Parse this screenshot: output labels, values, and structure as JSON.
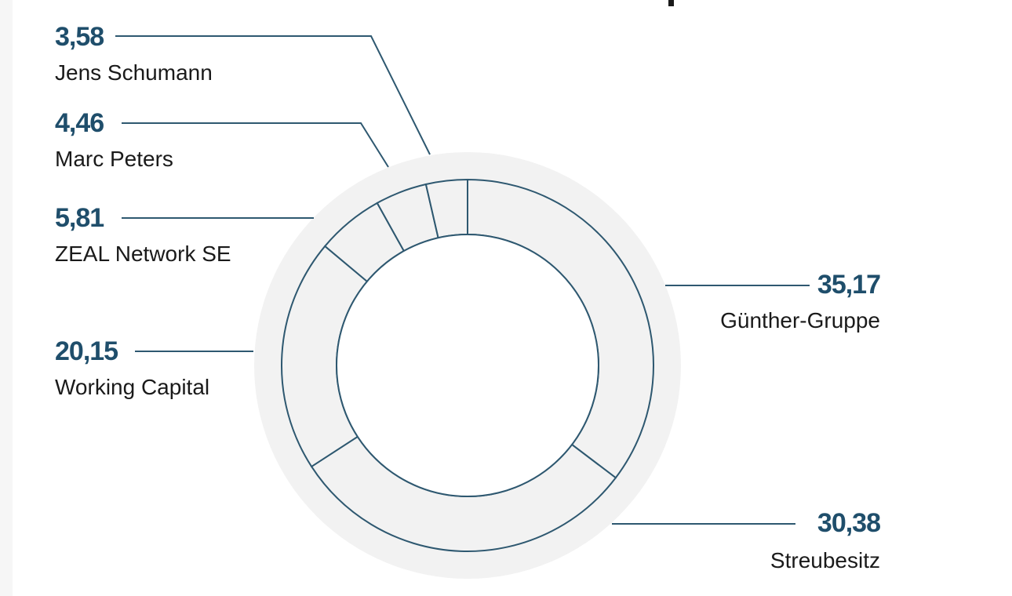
{
  "chart_data": {
    "type": "pie",
    "variant": "donut",
    "unit": "%",
    "slices": [
      {
        "label": "Günther-Gruppe",
        "value": 35.17,
        "display": "35,17"
      },
      {
        "label": "Streubesitz",
        "value": 30.38,
        "display": "30,38"
      },
      {
        "label": "Working Capital",
        "value": 20.15,
        "display": "20,15"
      },
      {
        "label": "ZEAL Network SE",
        "value": 5.81,
        "display": "5,81"
      },
      {
        "label": "Marc Peters",
        "value": 4.46,
        "display": "4,46"
      },
      {
        "label": "Jens Schumann",
        "value": 3.58,
        "display": "3,58"
      }
    ],
    "legend": "callouts",
    "colors": {
      "accent": "#1f4e6b",
      "line": "#2e5870",
      "ring": "#f2f2f2",
      "text": "#1a1a1a"
    }
  }
}
